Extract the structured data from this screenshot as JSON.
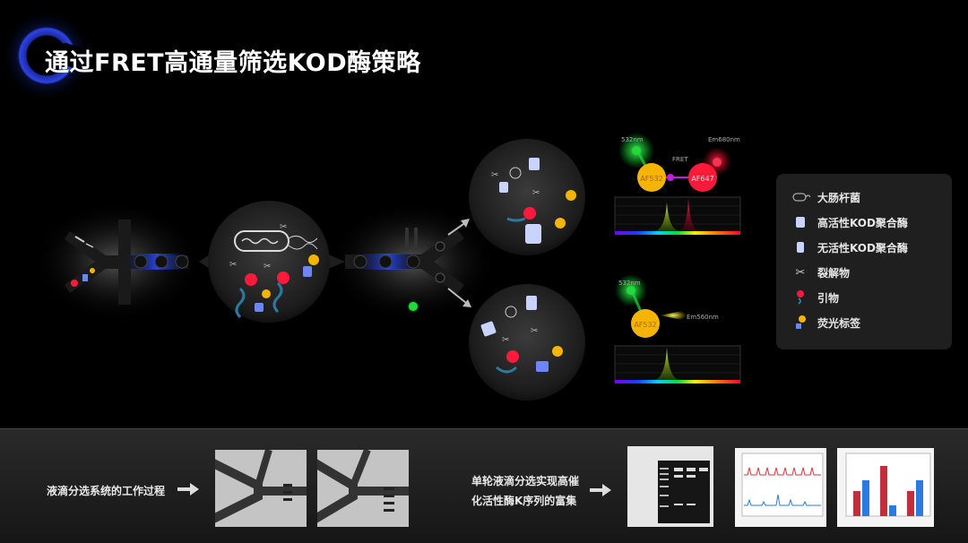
{
  "header": {
    "title": "通过FRET高通量筛选KOD酶策略"
  },
  "fret": {
    "top": {
      "excitation": "532nm",
      "emission": "Em680nm",
      "fret_label": "FRET",
      "donor": "AF532",
      "acceptor": "AF647"
    },
    "bottom": {
      "excitation": "532nm",
      "emission": "Em560nm",
      "donor": "AF532"
    }
  },
  "legend": {
    "items": [
      {
        "label": "大肠杆菌",
        "icon": "ecoli-icon"
      },
      {
        "label": "高活性KOD聚合酶",
        "icon": "high-activity-kod-icon"
      },
      {
        "label": "无活性KOD聚合酶",
        "icon": "inactive-kod-icon"
      },
      {
        "label": "裂解物",
        "icon": "lysate-icon"
      },
      {
        "label": "引物",
        "icon": "primer-icon"
      },
      {
        "label": "荧光标签",
        "icon": "fluorescent-tag-icon"
      }
    ]
  },
  "bottom": {
    "sorting_caption": "液滴分选系统的工作过程",
    "enrich_caption_line1": "单轮液滴分选实现高催",
    "enrich_caption_line2": "化活性酶K序列的富集"
  },
  "colors": {
    "accent_blue": "#2f44e0",
    "green": "#1fdc3c",
    "red": "#ff1a3c",
    "orange": "#f5b400",
    "violet": "#c21ee0"
  }
}
